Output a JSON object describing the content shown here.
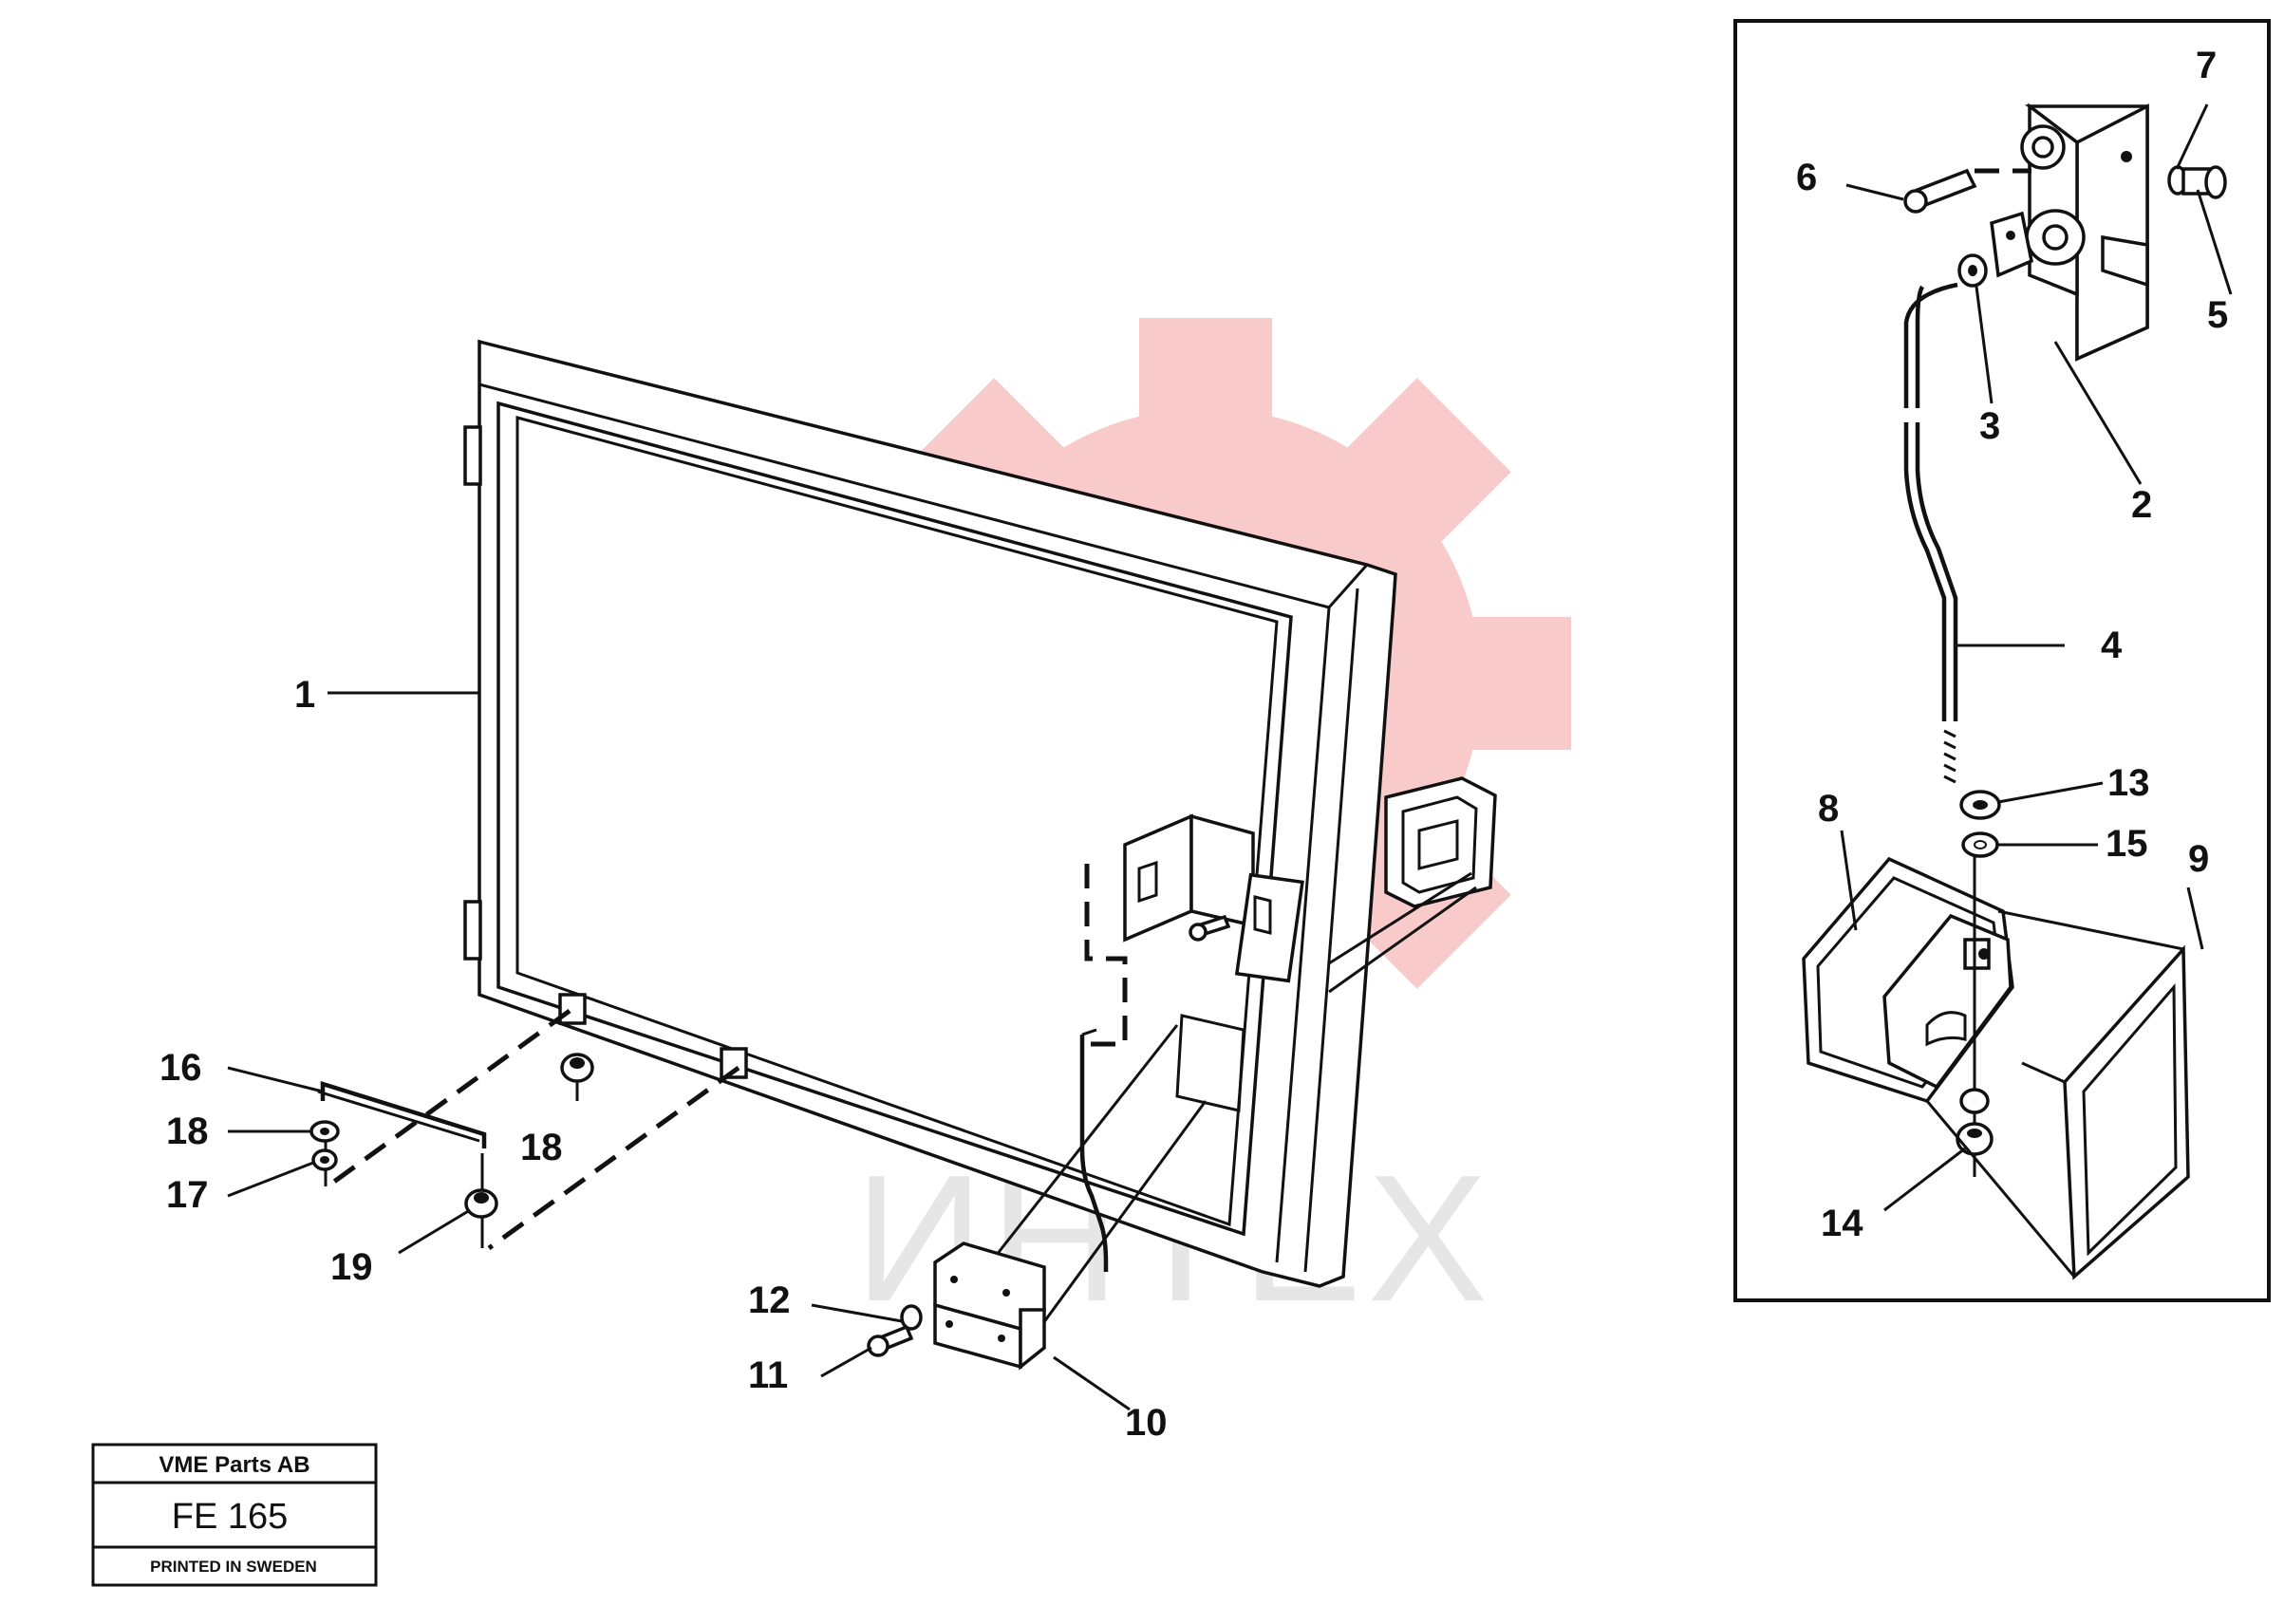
{
  "watermark": {
    "text": "ИНТЕХ",
    "gear_color": "#f7c6c6"
  },
  "title_block": {
    "company": "VME Parts AB",
    "code": "FE 165",
    "footer": "PRINTED IN SWEDEN"
  },
  "callouts": {
    "c1": "1",
    "c2": "2",
    "c3": "3",
    "c4": "4",
    "c5": "5",
    "c6": "6",
    "c7": "7",
    "c8": "8",
    "c9": "9",
    "c10": "10",
    "c11": "11",
    "c12": "12",
    "c13": "13",
    "c14": "14",
    "c15": "15",
    "c16": "16",
    "c17": "17",
    "c18a": "18",
    "c18b": "18",
    "c19": "19"
  }
}
